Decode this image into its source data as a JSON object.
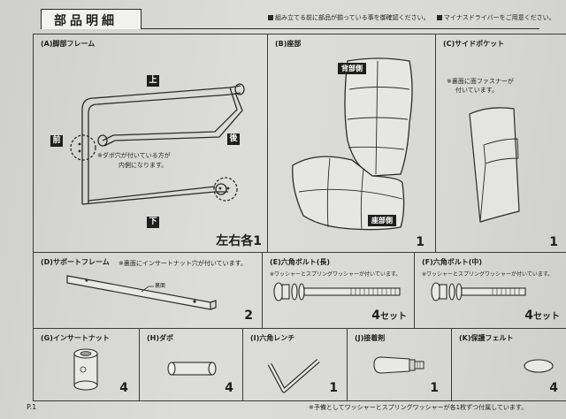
{
  "header": {
    "title": "部品明細",
    "notice_1": "組み立てる前に部品が揃っている事を御確認ください。",
    "notice_2": "マイナスドライバーをご用意ください。"
  },
  "parts": {
    "a": {
      "label": "(A)脚部フレーム",
      "top": "上",
      "front": "前",
      "rear": "後",
      "bottom": "下",
      "note_line1": "※ダボ穴が付いている方が",
      "note_line2": "内側になります。",
      "qty": "左右各1"
    },
    "b": {
      "label": "(B)座部",
      "back_side": "背部側",
      "seat_side": "座部側",
      "qty": "1"
    },
    "c": {
      "label": "(C)サイドポケット",
      "note_line1": "※裏面に面ファスナーが",
      "note_line2": "付いています。",
      "qty": "1"
    },
    "d": {
      "label": "(D)サポートフレーム",
      "note": "※裏面にインサートナット穴が付いています。",
      "callout": "裏面",
      "qty": "2"
    },
    "e": {
      "label": "(E)六角ボルト(長)",
      "note": "※ワッシャーとスプリングワッシャーが付いています。",
      "qty_num": "4",
      "qty_unit": "セット"
    },
    "f": {
      "label": "(F)六角ボルト(中)",
      "note": "※ワッシャーとスプリングワッシャーが付いています。",
      "qty_num": "4",
      "qty_unit": "セット"
    },
    "g": {
      "label": "(G)インサートナット",
      "qty": "4"
    },
    "h": {
      "label": "(H)ダボ",
      "qty": "4"
    },
    "i": {
      "label": "(I)六角レンチ",
      "qty": "1"
    },
    "j": {
      "label": "(J)接着剤",
      "qty": "1"
    },
    "k": {
      "label": "(K)保護フェルト",
      "qty": "4"
    }
  },
  "footer": {
    "page": "P.1",
    "note": "※予備としてワッシャーとスプリングワッシャーが各1枚ずつ付属しています。"
  }
}
